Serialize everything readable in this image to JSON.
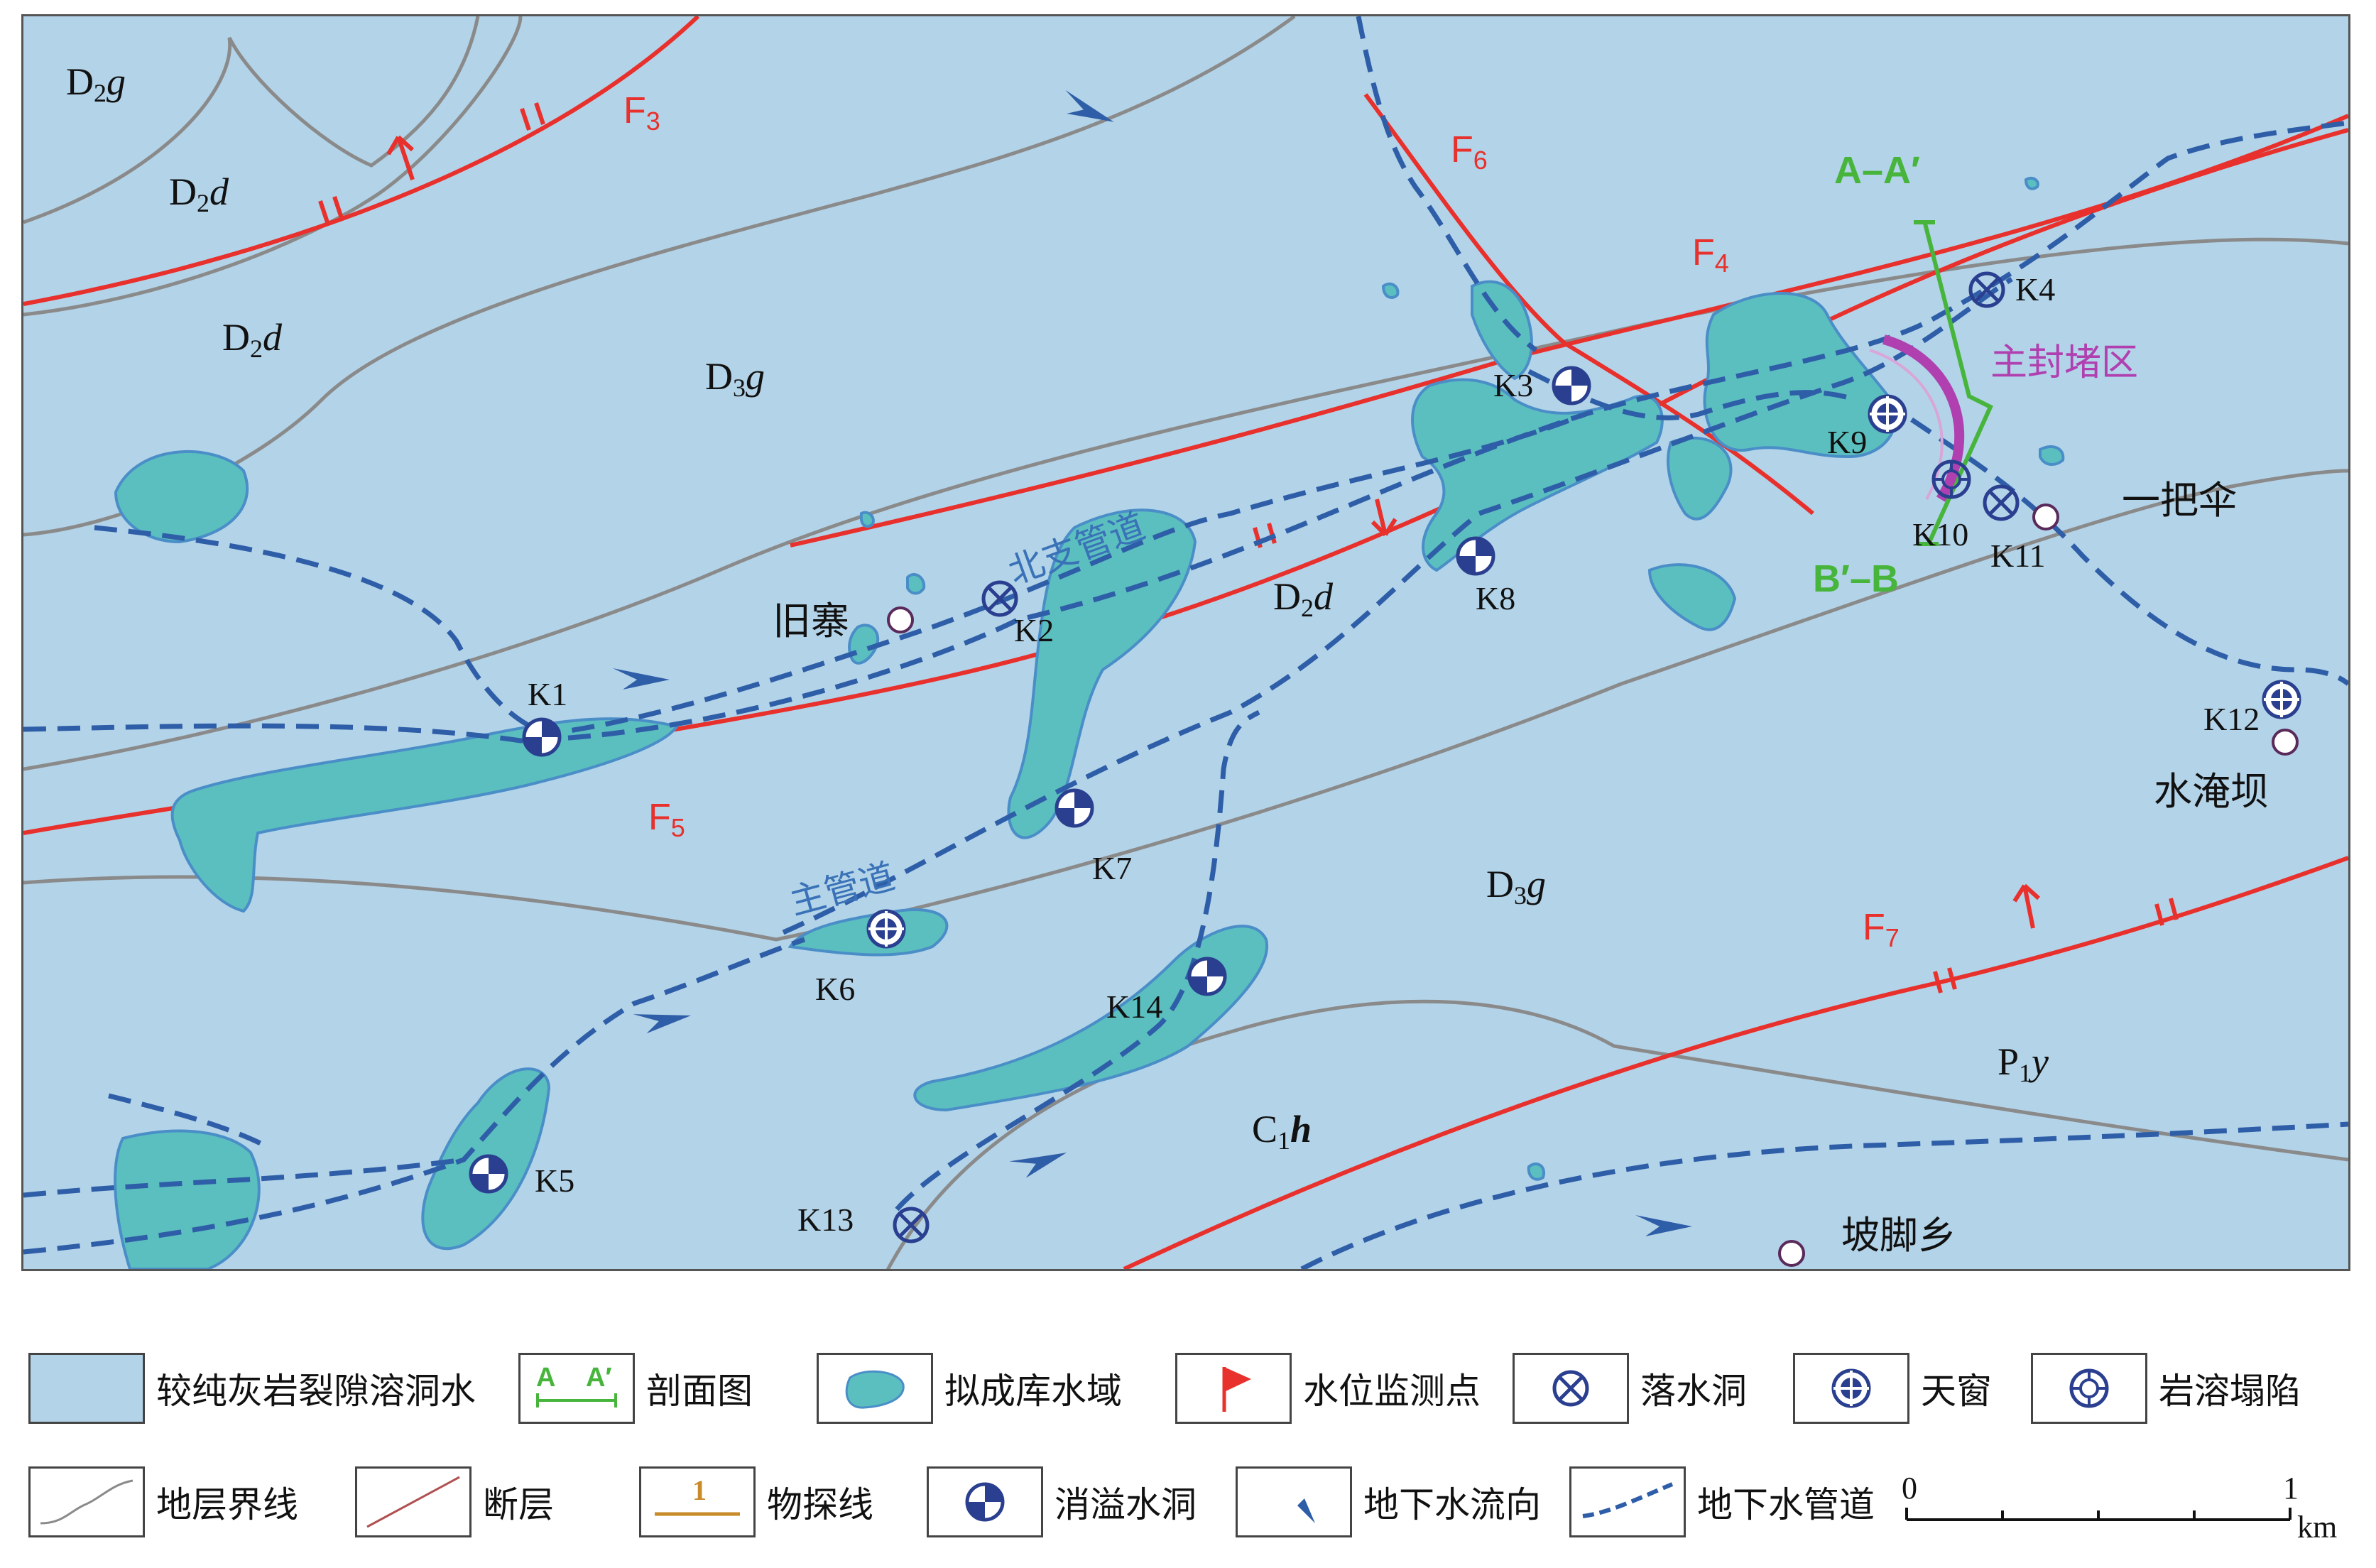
{
  "map": {
    "strata": {
      "d2g": {
        "main": "D",
        "sub": "2",
        "ital": "g"
      },
      "d2d_a": {
        "main": "D",
        "sub": "2",
        "ital": "d"
      },
      "d2d_b": {
        "main": "D",
        "sub": "2",
        "ital": "d"
      },
      "d3g_a": {
        "main": "D",
        "sub": "3",
        "ital": "g"
      },
      "d2d_c": {
        "main": "D",
        "sub": "2",
        "ital": "d"
      },
      "d3g_b": {
        "main": "D",
        "sub": "3",
        "ital": "g"
      },
      "c1h": {
        "main": "C",
        "sub": "1",
        "ital": "h"
      },
      "p1y": {
        "main": "P",
        "sub": "1",
        "ital": "y"
      }
    },
    "faults": {
      "f3": "F",
      "f3n": "3",
      "f4": "F",
      "f4n": "4",
      "f5": "F",
      "f5n": "5",
      "f6": "F",
      "f6n": "6",
      "f7": "F",
      "f7n": "7"
    },
    "points": {
      "k1": "K1",
      "k2": "K2",
      "k3": "K3",
      "k4": "K4",
      "k5": "K5",
      "k6": "K6",
      "k7": "K7",
      "k8": "K8",
      "k9": "K9",
      "k10": "K10",
      "k11": "K11",
      "k12": "K12",
      "k13": "K13",
      "k14": "K14"
    },
    "places": {
      "jiuzhai": "旧寨",
      "yibasan": "一把伞",
      "shuiyanba": "水淹坝",
      "pojiaoxiang": "坡脚乡"
    },
    "conduits": {
      "north": "北支管道",
      "main": "主管道"
    },
    "section": {
      "top": "A–A′",
      "bottom": "B′–B"
    },
    "plug_zone": "主封堵区",
    "colors": {
      "background": "#b3d3e8",
      "reservoir": "#5bbfbf",
      "fault": "#e8302c",
      "conduit": "#2f5ea8",
      "boundary": "#888888",
      "section": "#47b53c",
      "plug": "#b040b0"
    }
  },
  "legend": {
    "limestone": "较纯灰岩裂隙溶洞水",
    "section_icon_a": "A",
    "section_icon_a2": "A′",
    "section": "剖面图",
    "reservoir": "拟成库水域",
    "monitor": "水位监测点",
    "sinkhole": "落水洞",
    "skylight": "天窗",
    "collapse": "岩溶塌陷",
    "boundary": "地层界线",
    "fault": "断层",
    "geophys_icon": "1",
    "geophys": "物探线",
    "overflow": "消溢水洞",
    "flow_dir": "地下水流向",
    "conduit": "地下水管道"
  },
  "scale": {
    "zero": "0",
    "one": "1",
    "unit": "km"
  }
}
